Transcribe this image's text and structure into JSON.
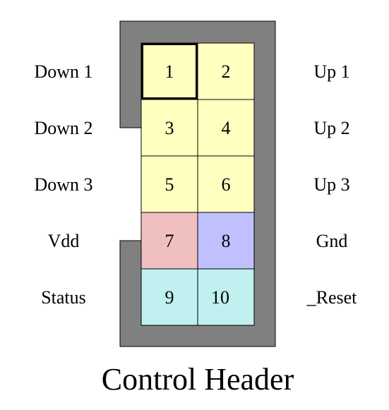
{
  "title": "Control Header",
  "colors": {
    "housing": "#808080",
    "housing_outline": "#000000",
    "pin_outline": "#000000",
    "signal_pin": "#FFFFC0",
    "vdd_pin": "#F0C0C0",
    "gnd_pin": "#C0C0FF",
    "status_reset_pin": "#C0F0F0"
  },
  "pins": [
    {
      "number": "1",
      "color": "#FFFFC0",
      "highlighted": true
    },
    {
      "number": "2",
      "color": "#FFFFC0",
      "highlighted": false
    },
    {
      "number": "3",
      "color": "#FFFFC0",
      "highlighted": false
    },
    {
      "number": "4",
      "color": "#FFFFC0",
      "highlighted": false
    },
    {
      "number": "5",
      "color": "#FFFFC0",
      "highlighted": false
    },
    {
      "number": "6",
      "color": "#FFFFC0",
      "highlighted": false
    },
    {
      "number": "7",
      "color": "#F0C0C0",
      "highlighted": false
    },
    {
      "number": "8",
      "color": "#C0C0FF",
      "highlighted": false
    },
    {
      "number": "9",
      "color": "#C0F0F0",
      "highlighted": false
    },
    {
      "number": "10",
      "color": "#C0F0F0",
      "highlighted": false
    }
  ],
  "left_labels": [
    "Down 1",
    "Down 2",
    "Down 3",
    "Vdd",
    "Status"
  ],
  "right_labels": [
    "Up 1",
    "Up 2",
    "Up 3",
    "Gnd",
    "_Reset"
  ]
}
